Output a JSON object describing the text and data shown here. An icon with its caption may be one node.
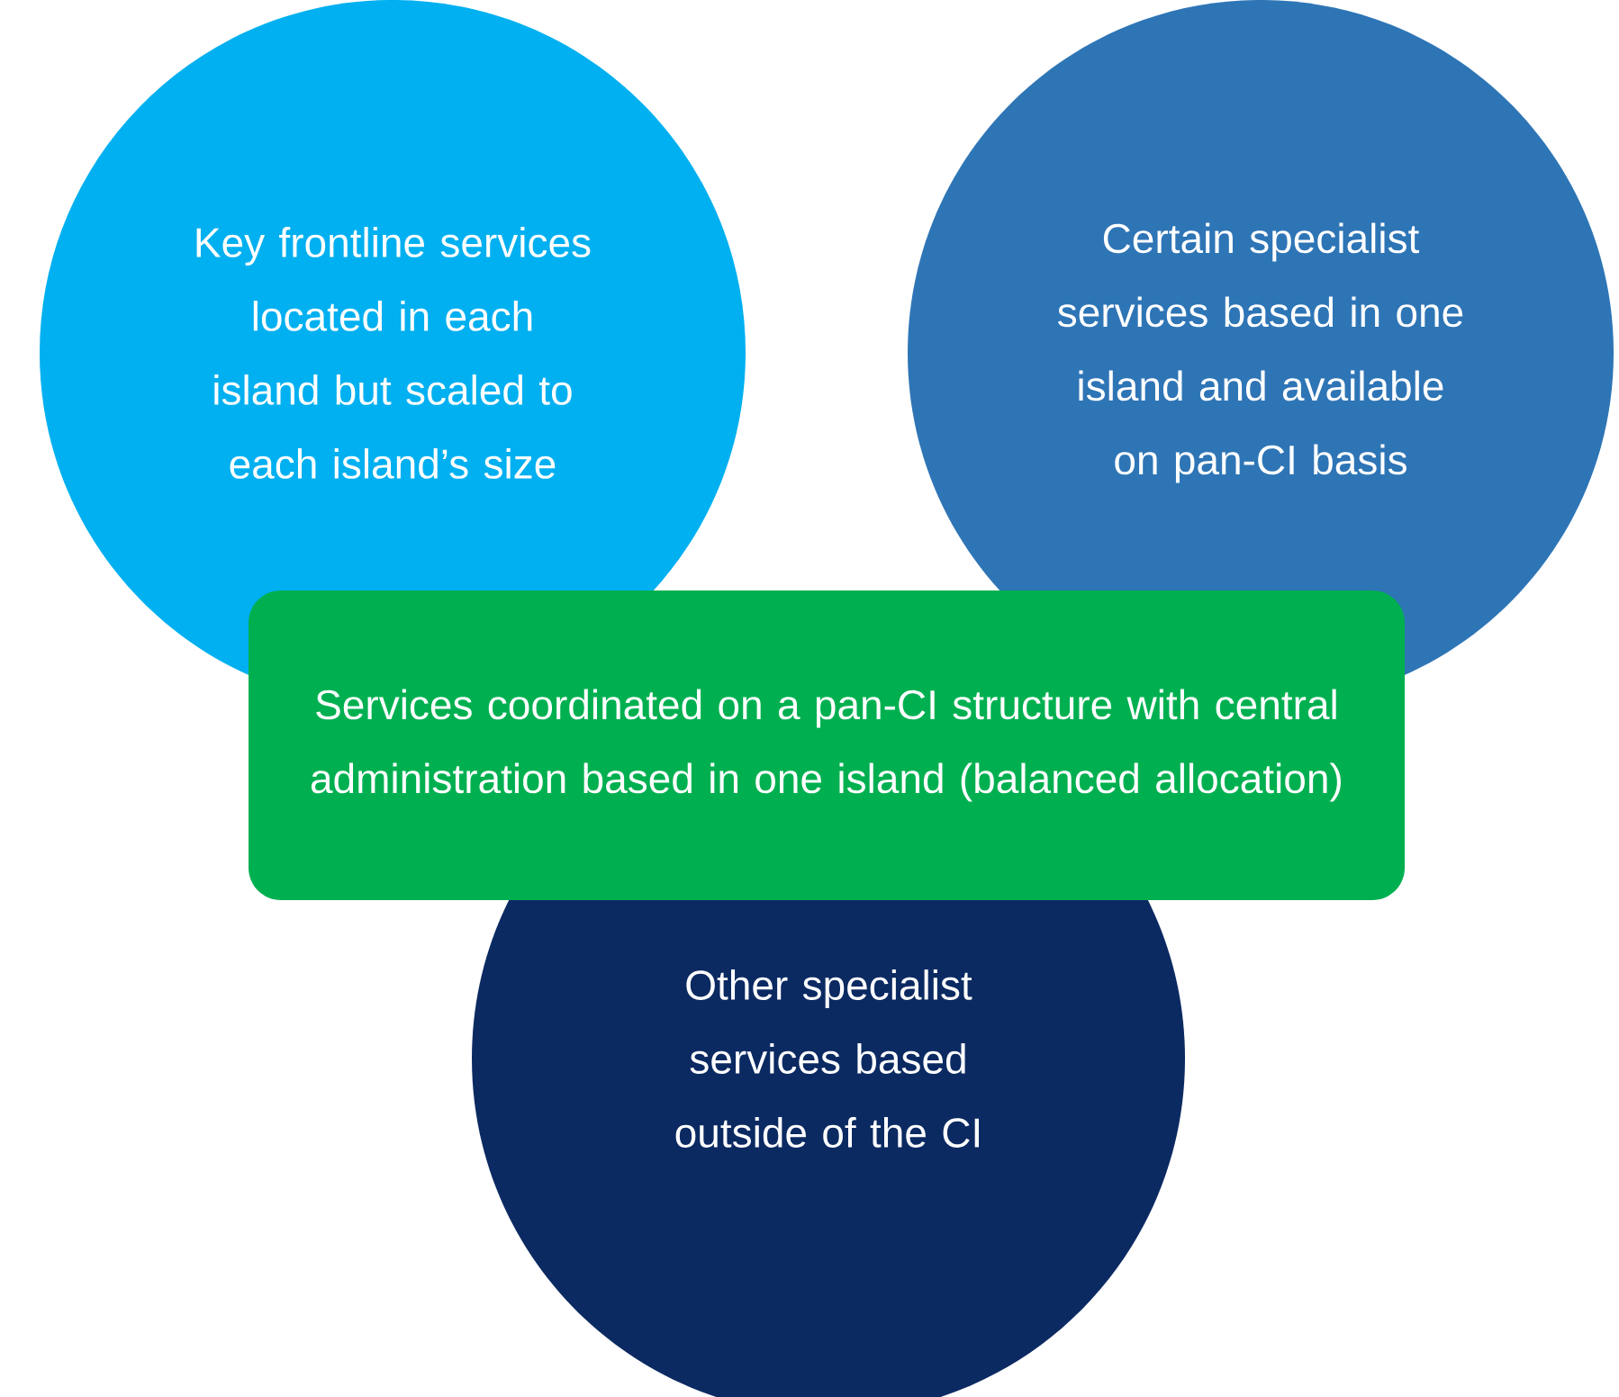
{
  "diagram": {
    "nodes": [
      {
        "text": [
          "Key frontline services located in each island but scaled to each island’s size"
        ]
      },
      {
        "text": [
          "Certain specialist services based in one island and available on pan-CI basis"
        ]
      },
      {
        "text": [
          "Services coordinated on a pan-CI structure with central administration based in one island (balanced allocation)"
        ]
      },
      {
        "text": [
          "Other specialist services based outside of the CI"
        ]
      }
    ]
  }
}
